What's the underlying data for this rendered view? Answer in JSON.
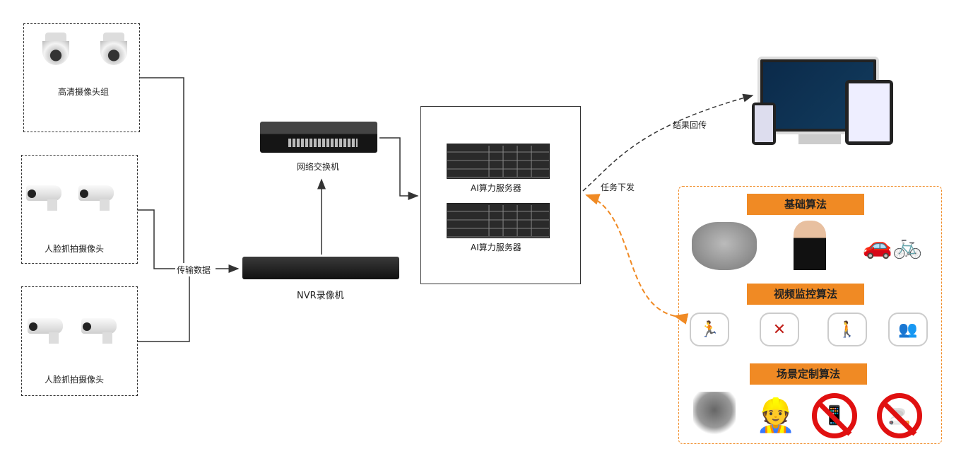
{
  "cameras": [
    {
      "label": "高清摄像头组",
      "type": "dome"
    },
    {
      "label": "人脸抓拍摄像头",
      "type": "bullet"
    },
    {
      "label": "人脸抓拍摄像头",
      "type": "bullet"
    }
  ],
  "transfer_label": "传输数据",
  "nvr_label": "NVR录像机",
  "switch_label": "网络交换机",
  "servers": [
    "AI算力服务器",
    "AI算力服务器"
  ],
  "result_label": "结果回传",
  "task_label": "任务下发",
  "algorithms": {
    "basic": "基础算法",
    "video": "视频监控算法",
    "scene": "场景定制算法"
  },
  "colors": {
    "accent": "#f08a24",
    "line": "#333333"
  }
}
